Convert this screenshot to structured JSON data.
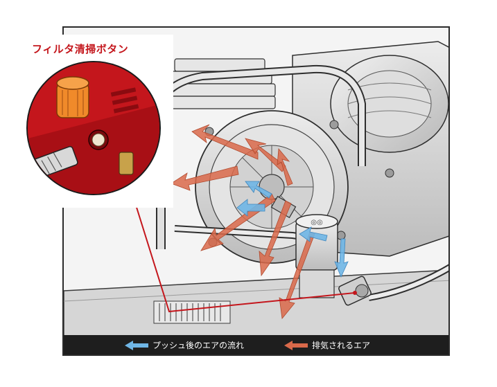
{
  "callout": {
    "title": "フィルタ清掃ボタン"
  },
  "legend": {
    "items": [
      {
        "label": "プッシュ後のエアの流れ",
        "color": "#6fb6e6"
      },
      {
        "label": "排気されるエア",
        "color": "#d9694a"
      }
    ]
  },
  "colors": {
    "accent_red": "#c4161c",
    "air_blue": "#6fb6e6",
    "exhaust_orange": "#d9694a",
    "engine_gray": "#d8d8d8",
    "line_dark": "#2a2a2a"
  }
}
